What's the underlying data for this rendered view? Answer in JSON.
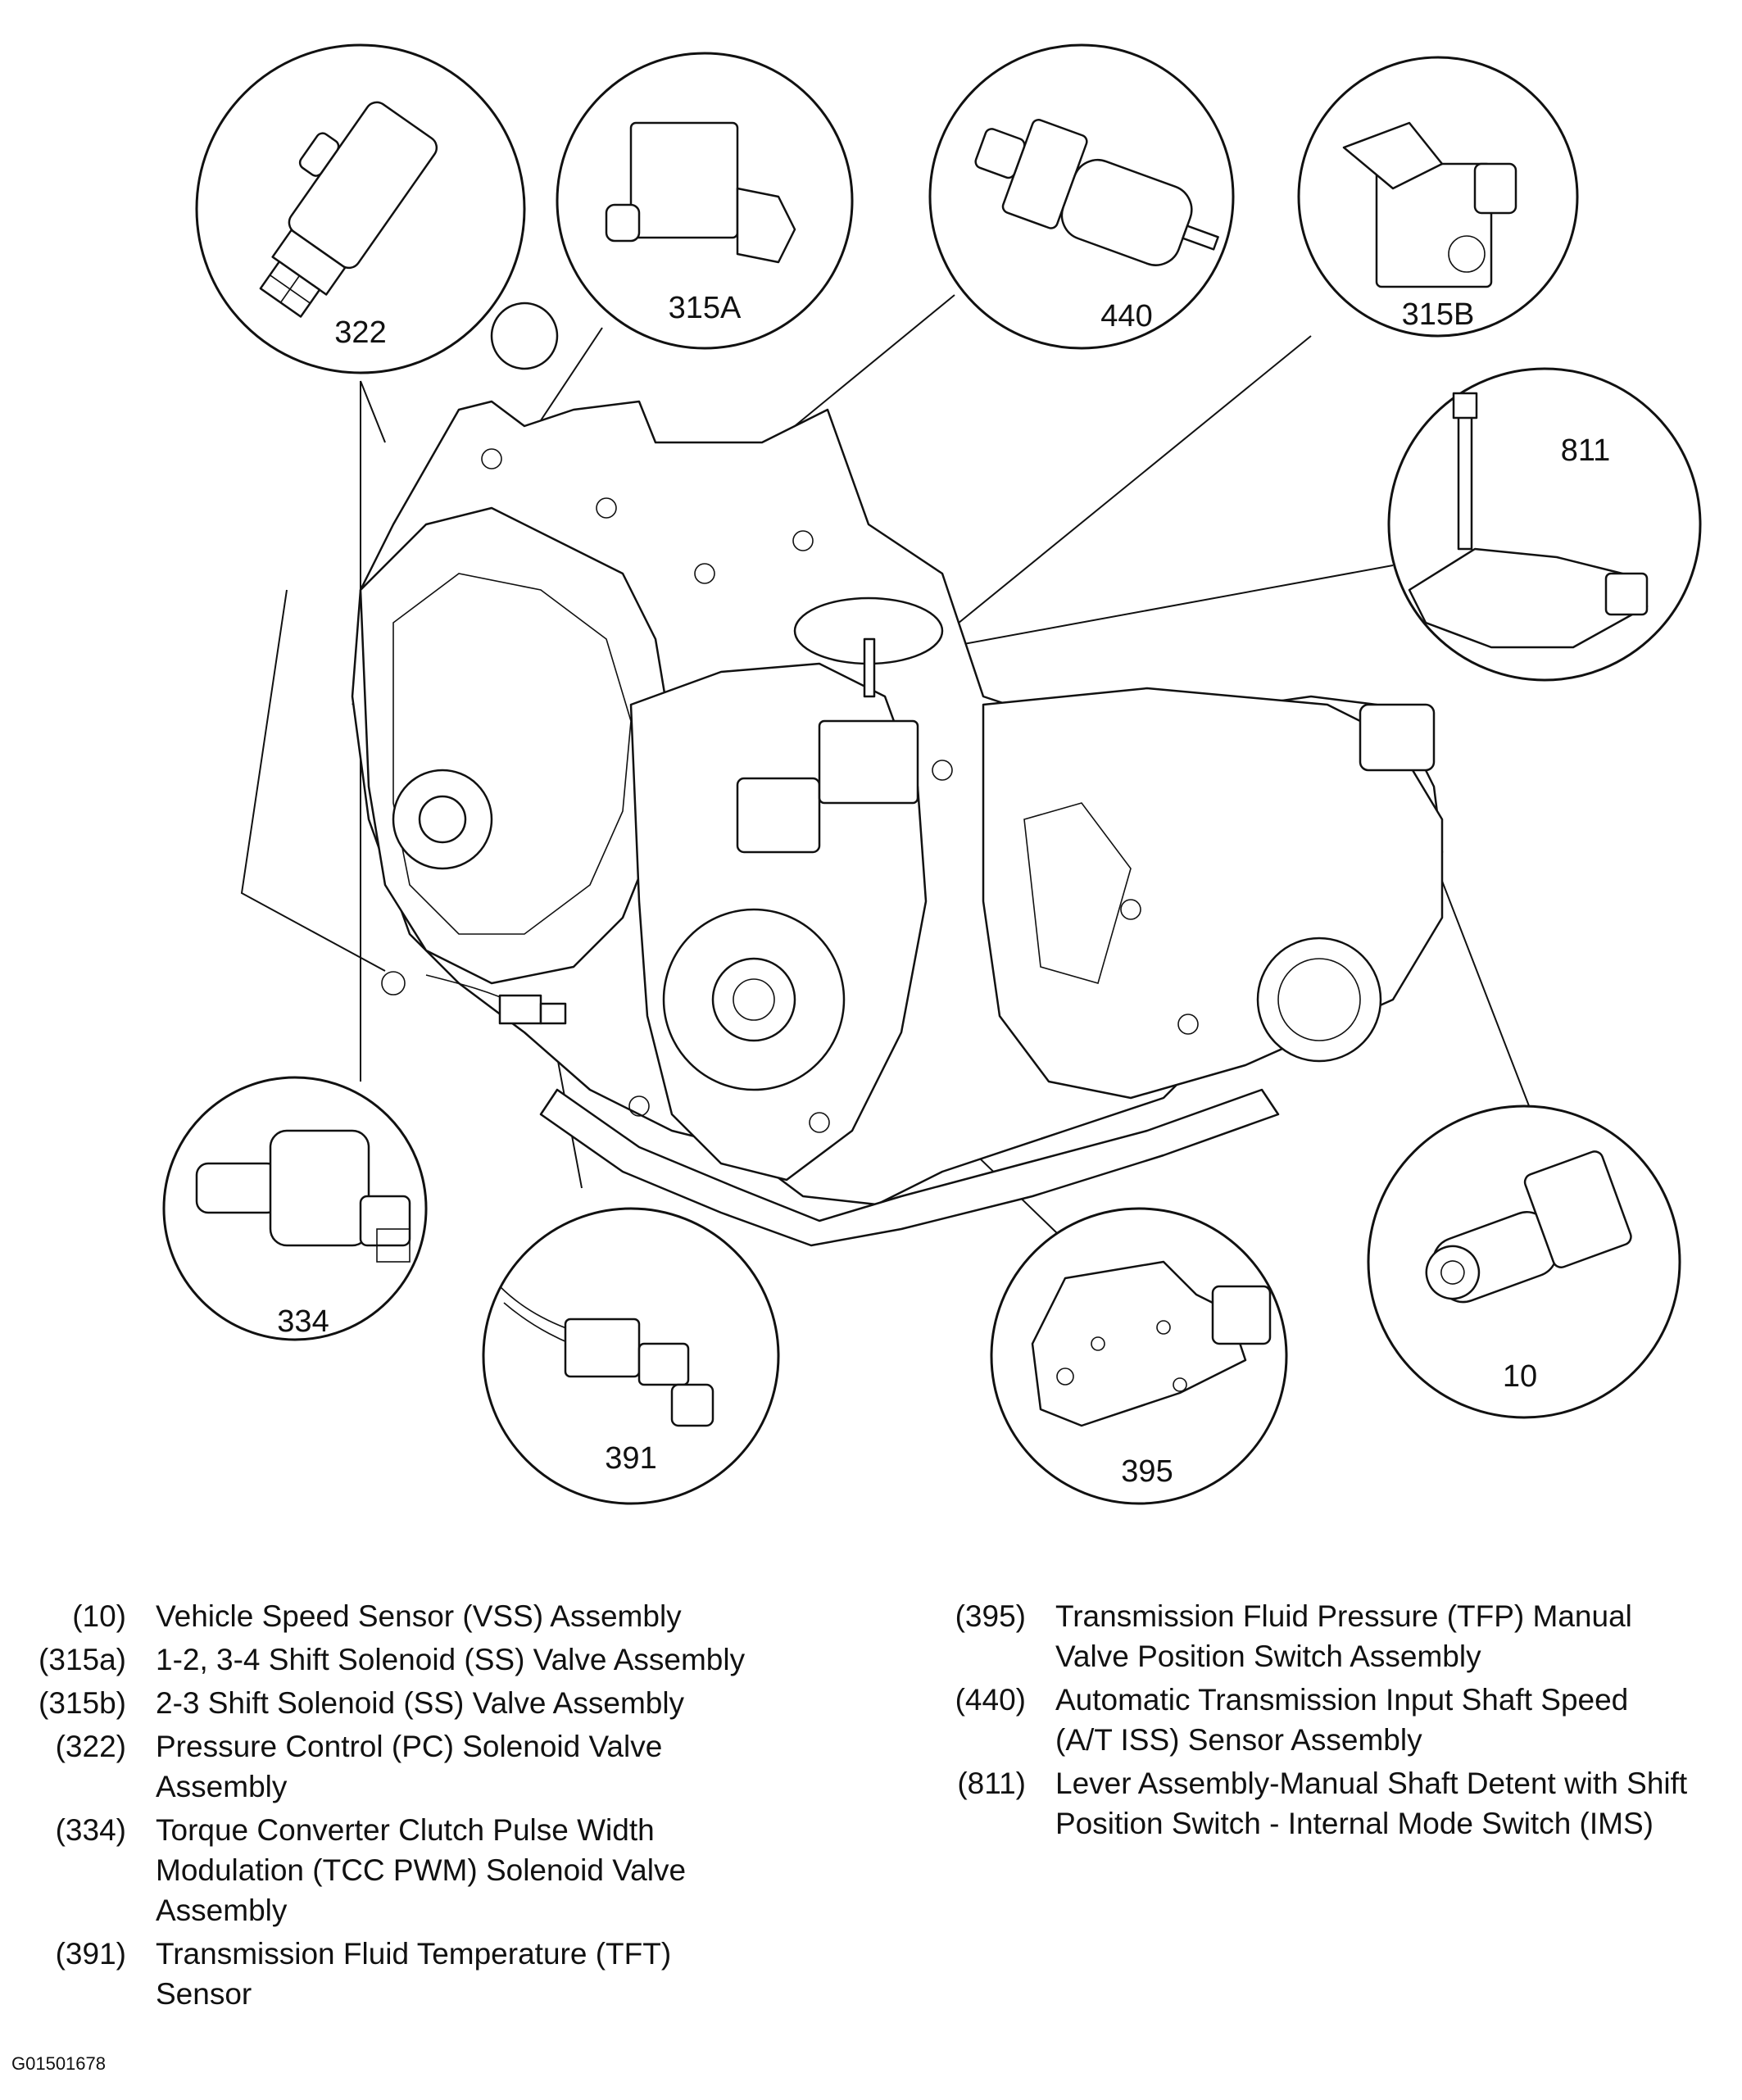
{
  "callouts": [
    {
      "id": "322",
      "label": "322"
    },
    {
      "id": "315A",
      "label": "315A"
    },
    {
      "id": "440",
      "label": "440"
    },
    {
      "id": "315B",
      "label": "315B"
    },
    {
      "id": "811",
      "label": "811"
    },
    {
      "id": "334",
      "label": "334"
    },
    {
      "id": "391",
      "label": "391"
    },
    {
      "id": "395",
      "label": "395"
    },
    {
      "id": "10",
      "label": "10"
    }
  ],
  "legend": {
    "left": [
      {
        "code": "(10)",
        "desc": "Vehicle Speed Sensor (VSS) Assembly"
      },
      {
        "code": "(315a)",
        "desc": "1-2, 3-4 Shift Solenoid (SS) Valve Assembly"
      },
      {
        "code": "(315b)",
        "desc": "2-3 Shift Solenoid (SS) Valve Assembly"
      },
      {
        "code": "(322)",
        "desc": "Pressure Control (PC) Solenoid Valve Assembly"
      },
      {
        "code": "(334)",
        "desc": "Torque Converter Clutch Pulse Width Modulation (TCC PWM) Solenoid Valve Assembly"
      },
      {
        "code": "(391)",
        "desc": "Transmission Fluid Temperature (TFT) Sensor"
      }
    ],
    "right": [
      {
        "code": "(395)",
        "desc": "Transmission Fluid Pressure (TFP) Manual Valve Position Switch Assembly"
      },
      {
        "code": "(440)",
        "desc": "Automatic Transmission Input Shaft Speed (A/T ISS) Sensor Assembly"
      },
      {
        "code": "(811)",
        "desc": "Lever Assembly-Manual Shaft Detent with Shift Position Switch - Internal Mode Switch (IMS)"
      }
    ]
  },
  "figure_id": "G01501678"
}
